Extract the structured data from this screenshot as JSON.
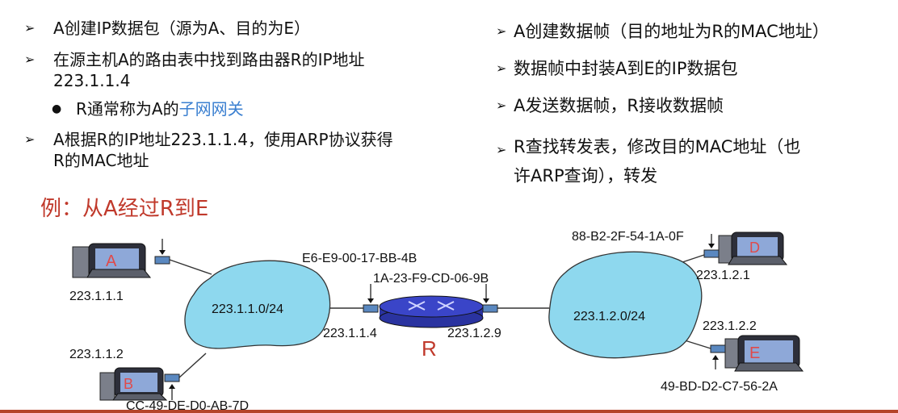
{
  "left_bullets": [
    {
      "text": "A创建IP数据包（源为A、目的为E）"
    },
    {
      "line1": "在源主机A的路由表中找到路由器R的IP地址",
      "line2": "223.1.1.4"
    },
    {
      "prefix": "R通常称为A的",
      "highlight": "子网网关"
    },
    {
      "line1": "A根据R的IP地址223.1.1.4，使用ARP协议获得",
      "line2": "R的MAC地址"
    }
  ],
  "right_bullets": [
    {
      "text": "A创建数据帧（目的地址为R的MAC地址）"
    },
    {
      "text": "数据帧中封装A到E的IP数据包"
    },
    {
      "text": "A发送数据帧，R接收数据帧"
    },
    {
      "line1": "R查找转发表，修改目的MAC地址（也",
      "line2": "许ARP查询），转发"
    }
  ],
  "bullet_marker": "➢",
  "sub_marker": "●",
  "example_title": "例：从A经过R到E",
  "diagram": {
    "hosts": {
      "A": {
        "label": "A",
        "ip": "223.1.1.1"
      },
      "B": {
        "label": "B",
        "ip": "223.1.1.2",
        "mac": "CC-49-DE-D0-AB-7D"
      },
      "D": {
        "label": "D",
        "ip": "223.1.2.1",
        "mac": "88-B2-2F-54-1A-0F"
      },
      "E": {
        "label": "E",
        "ip": "223.1.2.2",
        "mac": "49-BD-D2-C7-56-2A"
      }
    },
    "subnets": {
      "left": "223.1.1.0/24",
      "right": "223.1.2.0/24"
    },
    "router": {
      "label": "R",
      "left_ip": "223.1.1.4",
      "right_ip": "223.1.2.9",
      "left_mac": "E6-E9-00-17-BB-4B",
      "right_mac": "1A-23-F9-CD-06-9B"
    }
  },
  "colors": {
    "example": "#c0392b",
    "highlight": "#3a7fd0",
    "cloud": "#8ed8ee",
    "router": "#3a45c8",
    "host_label": "#e04a4a"
  }
}
